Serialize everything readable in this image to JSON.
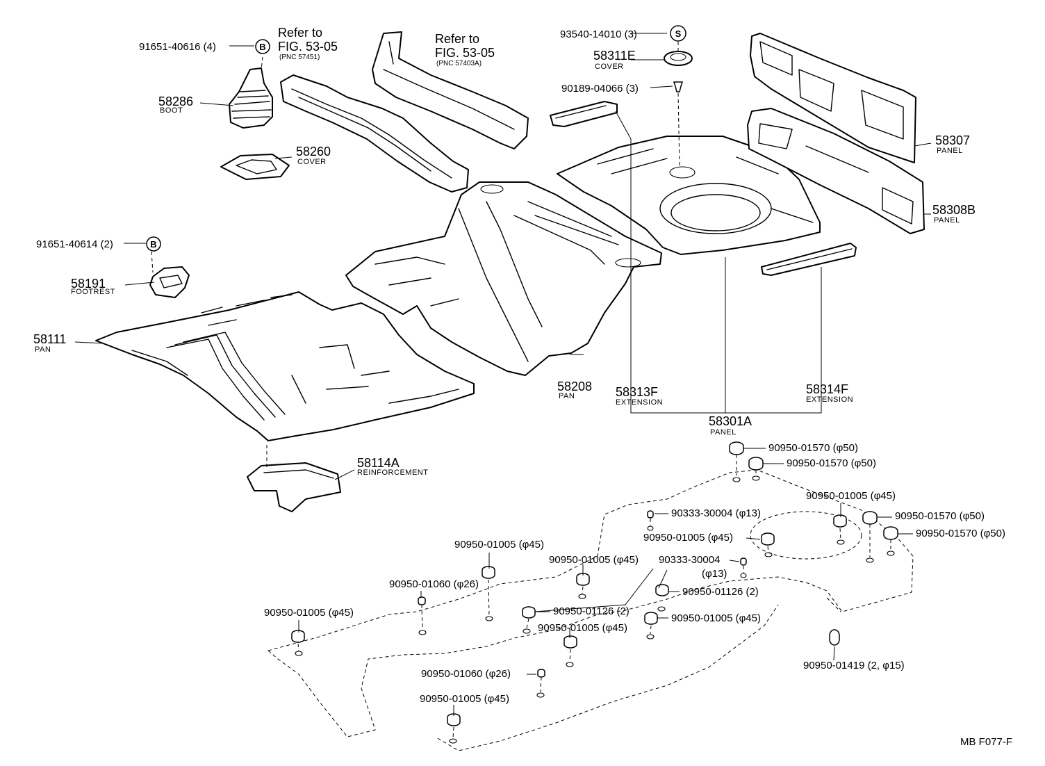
{
  "refs": {
    "ref1": {
      "line1": "Refer to",
      "line2": "FIG. 53-05",
      "line3": "(PNC 57451)"
    },
    "ref2": {
      "line1": "Refer to",
      "line2": "FIG. 53-05",
      "line3": "(PNC 57403A)"
    }
  },
  "symbols": {
    "b": "B",
    "s": "S"
  },
  "parts": {
    "p58286": {
      "num": "58286",
      "name": "BOOT"
    },
    "p58260": {
      "num": "58260",
      "name": "COVER"
    },
    "p58191": {
      "num": "58191",
      "name": "FOOTREST"
    },
    "p58111": {
      "num": "58111",
      "name": "PAN"
    },
    "p58114A": {
      "num": "58114A",
      "name": "REINFORCEMENT"
    },
    "p58208": {
      "num": "58208",
      "name": "PAN"
    },
    "p58311E": {
      "num": "58311E",
      "name": "COVER"
    },
    "p58307": {
      "num": "58307",
      "name": "PANEL"
    },
    "p58308B": {
      "num": "58308B",
      "name": "PANEL"
    },
    "p58313F": {
      "num": "58313F",
      "name": "EXTENSION"
    },
    "p58314F": {
      "num": "58314F",
      "name": "EXTENSION"
    },
    "p58301A": {
      "num": "58301A",
      "name": "PANEL"
    }
  },
  "fasteners": {
    "f1": "91651-40616 (4)",
    "f2": "91651-40614 (2)",
    "f3": "93540-14010 (3)",
    "f4": "90189-04066 (3)"
  },
  "plugs": {
    "g1": "90950-01570 (φ50)",
    "g2": "90950-01570 (φ50)",
    "g3": "90950-01005 (φ45)",
    "g4": "90333-30004 (φ13)",
    "g5": "90950-01570 (φ50)",
    "g6": "90950-01005 (φ45)",
    "g7": "90950-01570 (φ50)",
    "g8": "90950-01005 (φ45)",
    "g9": "90950-01005 (φ45)",
    "g10a": "90333-30004",
    "g10b": "(φ13)",
    "g11": "90950-01060 (φ26)",
    "g12": "90950-01126 (2)",
    "g13": "90950-01005 (φ45)",
    "g14": "90950-01126 (2)",
    "g15": "90950-01005 (φ45)",
    "g16": "90950-01005 (φ45)",
    "g17": "90950-01060 (φ26)",
    "g18": "90950-01005 (φ45)",
    "g19": "90950-01419 (2, φ15)"
  },
  "footer": {
    "code": "MB  F077-F"
  }
}
